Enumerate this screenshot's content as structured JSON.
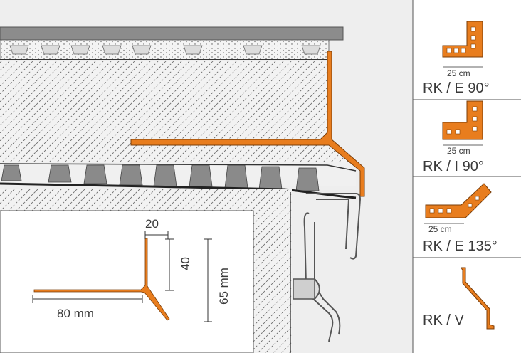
{
  "main_diagram": {
    "dimensions": {
      "top_leg": "20",
      "vertical_short": "40",
      "vertical_total": "65 mm",
      "horizontal_leg": "80 mm"
    }
  },
  "legend": [
    {
      "code": "RK / E 90°",
      "size": "25 cm",
      "profile": "outer-corner-90"
    },
    {
      "code": "RK / I 90°",
      "size": "25 cm",
      "profile": "inner-corner-90"
    },
    {
      "code": "RK / E 135°",
      "size": "25 cm",
      "profile": "outer-corner-135"
    },
    {
      "code": "RK / V",
      "profile": "connector-profile"
    }
  ],
  "colors": {
    "profile_orange": "#e87d1e",
    "hatch_gray": "#555555",
    "slab_gray": "#8c8c8c",
    "tile_gray": "#7a7a7a",
    "background_panel": "#eeeeee"
  }
}
